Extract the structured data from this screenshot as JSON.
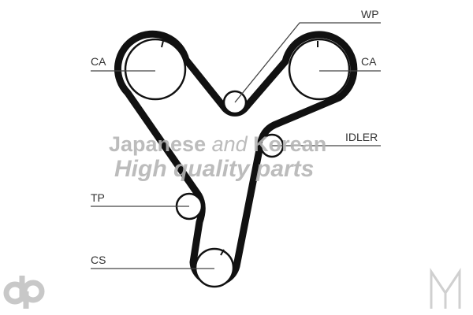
{
  "labels": {
    "ca_left": "CA",
    "ca_right": "CA",
    "wp": "WP",
    "idler": "IDLER",
    "tp": "TP",
    "cs": "CS"
  },
  "watermark": {
    "line1_a": "Japanese ",
    "line1_b": "and",
    "line1_c": " Korean",
    "line2": "High quality parts"
  },
  "logos": {
    "left": "dp",
    "right": "M"
  },
  "colors": {
    "belt": "#111111",
    "watermark": "#b5b5b5"
  }
}
